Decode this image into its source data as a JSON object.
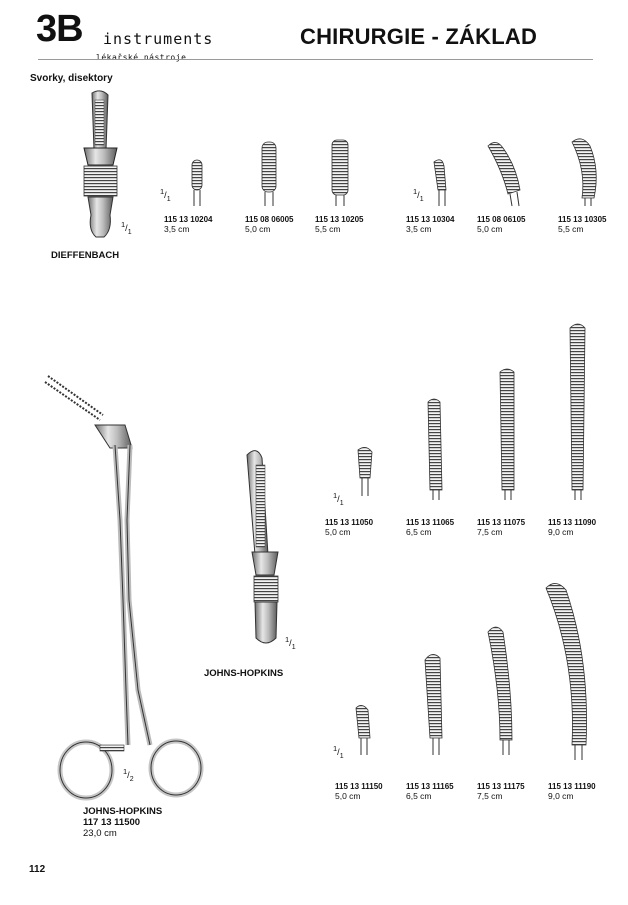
{
  "header": {
    "brand_number": "3B",
    "brand_word": "instruments",
    "brand_subtitle": "lékařské nástroje",
    "title": "CHIRURGIE - ZÁKLAD"
  },
  "section_title": "Svorky, disektory",
  "dieffenbach": {
    "name": "DIEFFENBACH",
    "scale_num": "1",
    "scale_den": "1",
    "group_scale_num": "1",
    "group_scale_den": "1",
    "group2_scale_num": "1",
    "group2_scale_den": "1",
    "items": [
      {
        "code": "115 13 10204",
        "size": "3,5 cm"
      },
      {
        "code": "115 08 06005",
        "size": "5,0 cm"
      },
      {
        "code": "115 13 10205",
        "size": "5,5 cm"
      },
      {
        "code": "115 13 10304",
        "size": "3,5 cm"
      },
      {
        "code": "115 08 06105",
        "size": "5,0 cm"
      },
      {
        "code": "115 13 10305",
        "size": "5,5 cm"
      }
    ]
  },
  "johns_hopkins_forceps": {
    "name": "JOHNS-HOPKINS",
    "code": "117 13 11500",
    "size": "23,0 cm",
    "scale_num": "1",
    "scale_den": "2"
  },
  "johns_hopkins_clamp": {
    "name": "JOHNS-HOPKINS",
    "scale_num": "1",
    "scale_den": "1"
  },
  "straight_row": {
    "scale_num": "1",
    "scale_den": "1",
    "items": [
      {
        "code": "115 13 11050",
        "size": "5,0 cm"
      },
      {
        "code": "115 13 11065",
        "size": "6,5 cm"
      },
      {
        "code": "115 13 11075",
        "size": "7,5 cm"
      },
      {
        "code": "115 13 11090",
        "size": "9,0 cm"
      }
    ]
  },
  "curved_row": {
    "scale_num": "1",
    "scale_den": "1",
    "items": [
      {
        "code": "115 13 11150",
        "size": "5,0 cm"
      },
      {
        "code": "115 13 11165",
        "size": "6,5 cm"
      },
      {
        "code": "115 13 11175",
        "size": "7,5 cm"
      },
      {
        "code": "115 13 11190",
        "size": "9,0 cm"
      }
    ]
  },
  "page_number": "112"
}
